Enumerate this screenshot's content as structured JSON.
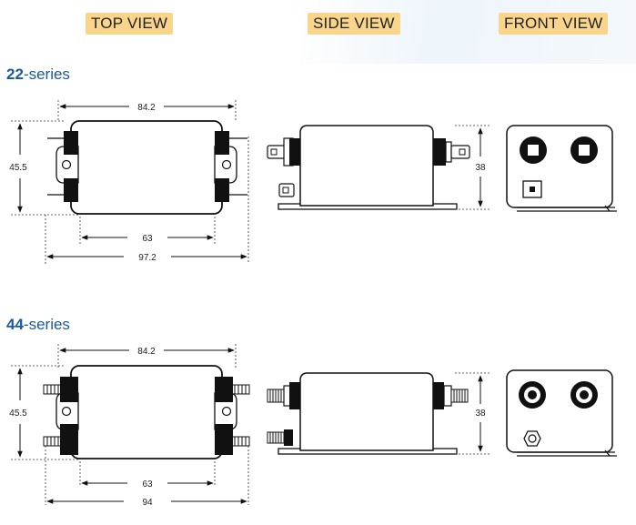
{
  "views": {
    "top": "TOP VIEW",
    "side": "SIDE VIEW",
    "front": "FRONT VIEW"
  },
  "series": [
    {
      "number": "22",
      "suffix": "-series",
      "dims": {
        "top_length": "84.2",
        "width": "45.5",
        "mount_spacing": "63",
        "overall_length": "97.2",
        "height": "38"
      }
    },
    {
      "number": "44",
      "suffix": "-series",
      "dims": {
        "top_length": "84.2",
        "width": "45.5",
        "mount_spacing": "63",
        "overall_length": "94",
        "height": "38"
      }
    }
  ]
}
